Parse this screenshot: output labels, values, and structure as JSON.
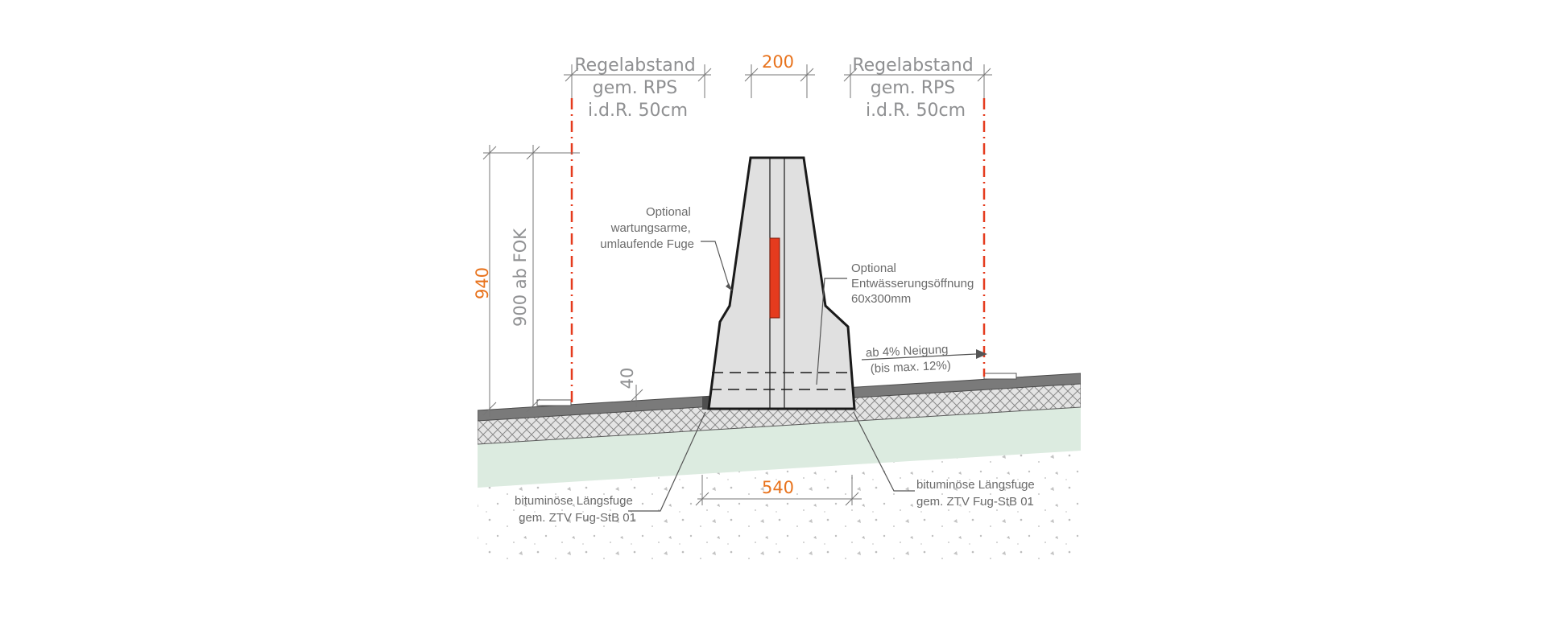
{
  "colors": {
    "accent_orange": "#e8731d",
    "marker_red": "#e53b1e",
    "concrete": "#e0e0e0",
    "asphalt": "#7a7a7a",
    "base_green": "#dcebe0"
  },
  "labels": {
    "regelabstand_left": [
      "Regelabstand",
      "gem. RPS",
      "i.d.R. 50cm"
    ],
    "regelabstand_right": [
      "Regelabstand",
      "gem. RPS",
      "i.d.R. 50cm"
    ],
    "dim_top": "200",
    "dim_height_total": "940",
    "dim_height_fok": "900 ab FOK",
    "dim_40": "40",
    "dim_base": "540",
    "note_fuge": [
      "Optional",
      "wartungsarme,",
      "umlaufende Fuge"
    ],
    "note_entwaesserung": [
      "Optional",
      "Entwässerungsöffnung",
      "60x300mm"
    ],
    "note_neigung": [
      "ab 4% Neigung",
      "(bis max. 12%)"
    ],
    "note_laengsfuge_left": [
      "bituminöse Längsfuge",
      "gem. ZTV Fug-StB 01"
    ],
    "note_laengsfuge_right": [
      "bituminöse Längsfuge",
      "gem. ZTV Fug-StB 01"
    ]
  }
}
